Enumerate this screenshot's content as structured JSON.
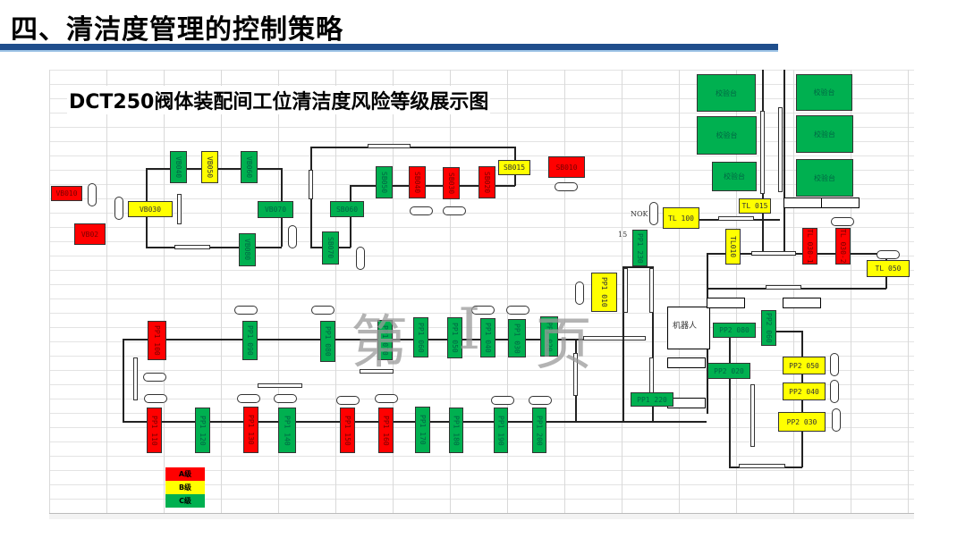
{
  "slide": {
    "title": "四、清洁度管理的控制策略",
    "accent_color": "#1f4e8c"
  },
  "diagram": {
    "title": "DCT250阀体装配间工位清洁度风险等级展示图",
    "watermark": [
      "第",
      "I",
      "页"
    ],
    "colors": {
      "A": "#ff0000",
      "B": "#ffff00",
      "C": "#00b050"
    },
    "vb_stations": [
      {
        "id": "VB010",
        "level": "A"
      },
      {
        "id": "VB02",
        "level": "A"
      },
      {
        "id": "VB030",
        "level": "B"
      },
      {
        "id": "VB040",
        "level": "C"
      },
      {
        "id": "VB050",
        "level": "B"
      },
      {
        "id": "VB060",
        "level": "C"
      },
      {
        "id": "VB070",
        "level": "C"
      },
      {
        "id": "VB080",
        "level": "C"
      }
    ],
    "sb_stations": [
      {
        "id": "SB070",
        "level": "C"
      },
      {
        "id": "SB060",
        "level": "C"
      },
      {
        "id": "SB050",
        "level": "C"
      },
      {
        "id": "SB040",
        "level": "A"
      },
      {
        "id": "SB030",
        "level": "A"
      },
      {
        "id": "SB020",
        "level": "A"
      },
      {
        "id": "SB015",
        "level": "B"
      },
      {
        "id": "SB010",
        "level": "A"
      }
    ],
    "check_stations": [
      "校验台",
      "校验台",
      "校验台",
      "校验台",
      "校验台",
      "校验台"
    ],
    "tl_stations": [
      {
        "id": "TL 100",
        "level": "B"
      },
      {
        "id": "TL 015",
        "level": "B"
      },
      {
        "id": "TL010",
        "level": "B"
      },
      {
        "id": "TL 030-1",
        "level": "A"
      },
      {
        "id": "TL 030-2",
        "level": "A"
      },
      {
        "id": "TL 050",
        "level": "B"
      }
    ],
    "pp1_upper": [
      {
        "id": "PP1 100",
        "level": "A"
      },
      {
        "id": "PP1 090",
        "level": "C"
      },
      {
        "id": "PP1 080",
        "level": "C"
      },
      {
        "id": "PP1 070",
        "level": "C"
      },
      {
        "id": "PP1 060",
        "level": "C"
      },
      {
        "id": "PP1 050",
        "level": "C"
      },
      {
        "id": "PP1 040",
        "level": "C"
      },
      {
        "id": "PP1 030",
        "level": "C"
      },
      {
        "id": "PP1 020",
        "level": "C"
      },
      {
        "id": "PP1 010",
        "level": "B"
      }
    ],
    "pp1_lower": [
      {
        "id": "PP1 110",
        "level": "A"
      },
      {
        "id": "PP1 120",
        "level": "C"
      },
      {
        "id": "PP1 130",
        "level": "A"
      },
      {
        "id": "PP1 140",
        "level": "C"
      },
      {
        "id": "PP1 150",
        "level": "A"
      },
      {
        "id": "PP1 160",
        "level": "A"
      },
      {
        "id": "PP1 170",
        "level": "C"
      },
      {
        "id": "PP1 180",
        "level": "C"
      },
      {
        "id": "PP1 190",
        "level": "C"
      },
      {
        "id": "PP1 200",
        "level": "C"
      }
    ],
    "pp1_other": [
      {
        "id": "PP1 230",
        "level": "C"
      },
      {
        "id": "PP1 220",
        "level": "C"
      }
    ],
    "pp2_stations": [
      {
        "id": "PP2 080",
        "level": "C"
      },
      {
        "id": "PP2 060",
        "level": "C"
      },
      {
        "id": "PP2 020",
        "level": "C"
      },
      {
        "id": "PP2 050",
        "level": "B"
      },
      {
        "id": "PP2 040",
        "level": "B"
      },
      {
        "id": "PP2 030",
        "level": "B"
      }
    ],
    "robot_label": "机器人",
    "nok_label": "NOK",
    "count_label": "15"
  },
  "legend": [
    {
      "label": "A级",
      "color": "#ff0000"
    },
    {
      "label": "B级",
      "color": "#ffff00"
    },
    {
      "label": "C级",
      "color": "#00b050"
    }
  ]
}
